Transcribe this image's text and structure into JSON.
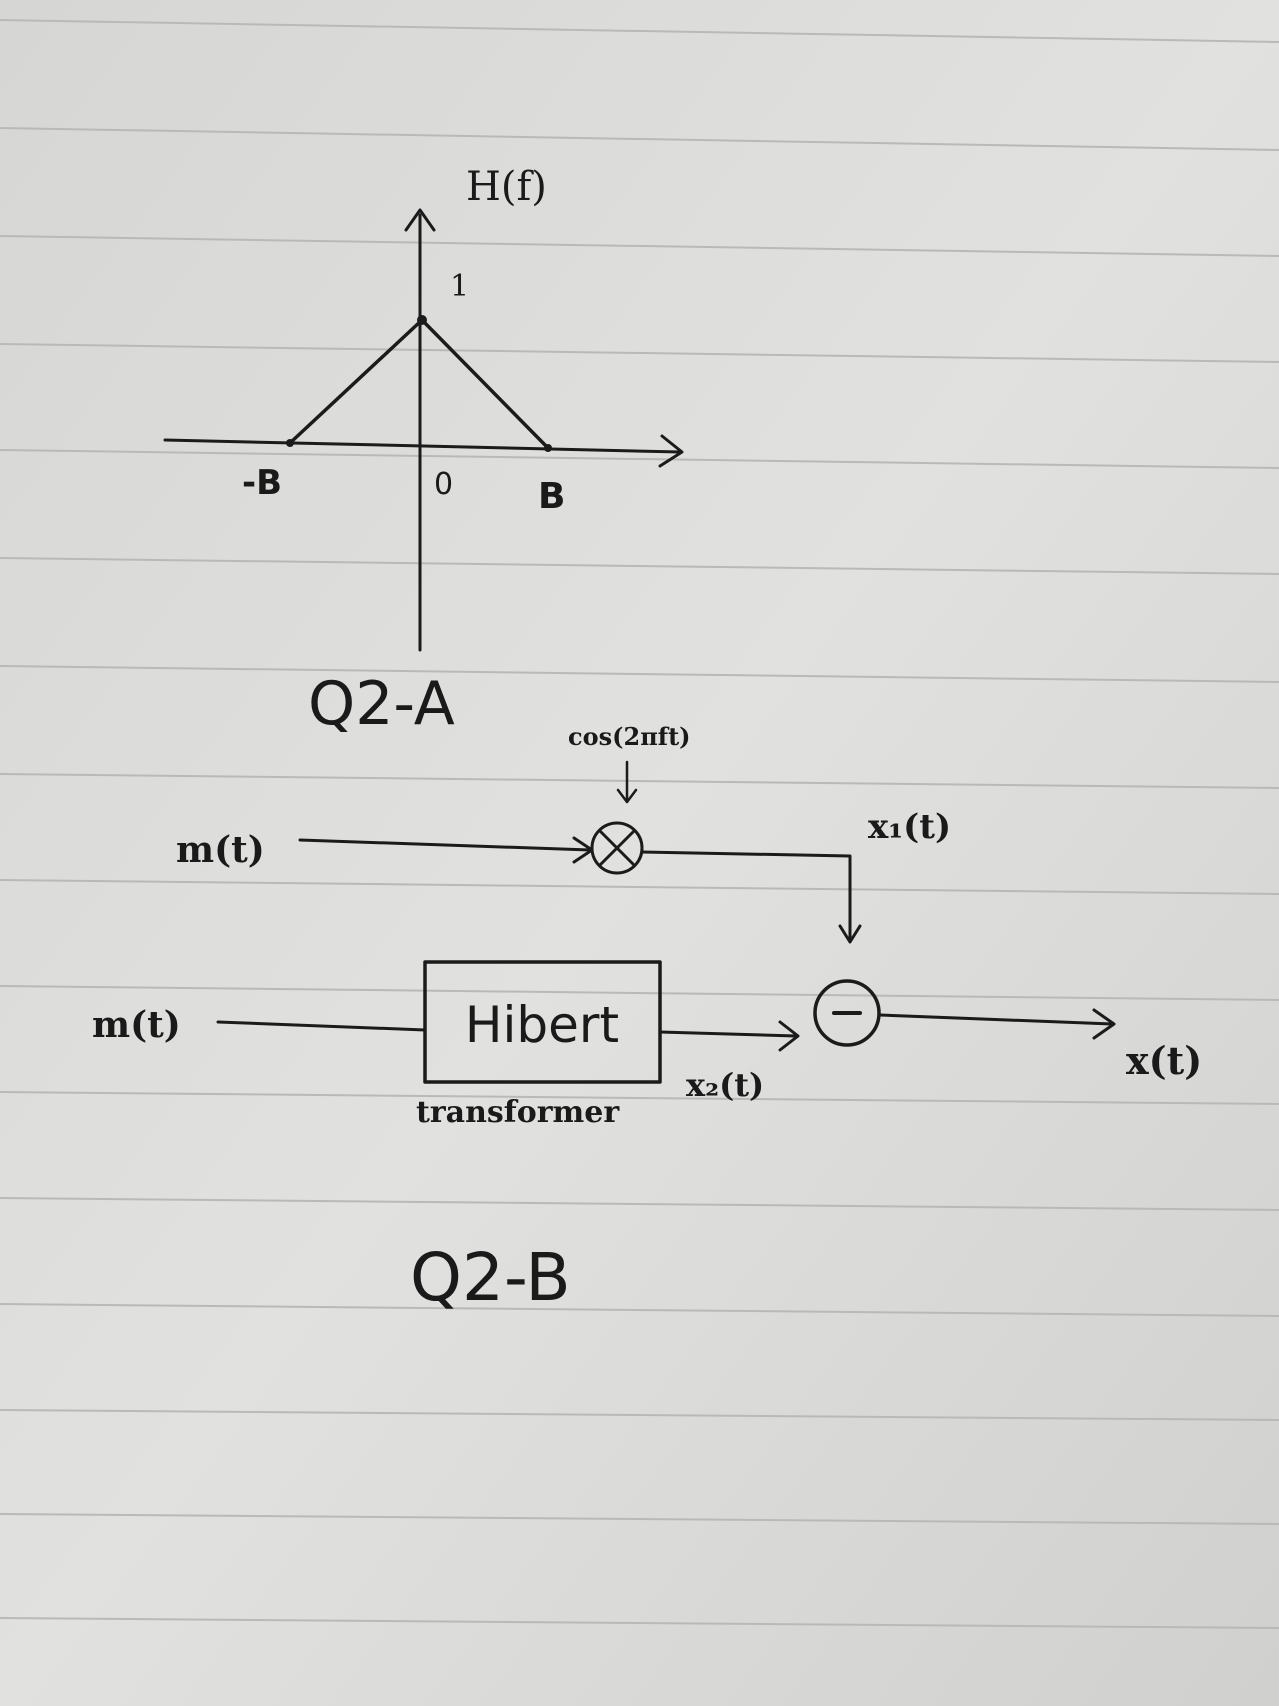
{
  "figure_a": {
    "y_axis_label": "H(f)",
    "peak_label": "1",
    "neg_label": "-B",
    "origin_label": "0",
    "pos_label": "B",
    "caption": "Q2-A"
  },
  "figure_b": {
    "top_input": "m(t)",
    "carrier_label": "cos(2πft)",
    "multiplier_symbol": "⊗",
    "x1_label": "x₁(t)",
    "bottom_input": "m(t)",
    "block_label": "Hibert",
    "block_sublabel": "transformer",
    "x2_label": "x₂(t)",
    "subtractor_symbol": "−",
    "output_label": "x(t)",
    "caption": "Q2-B"
  },
  "colors": {
    "paper": "#dcdcda",
    "rule_line": "#b9bab8",
    "ink": "#1b1b1b"
  }
}
